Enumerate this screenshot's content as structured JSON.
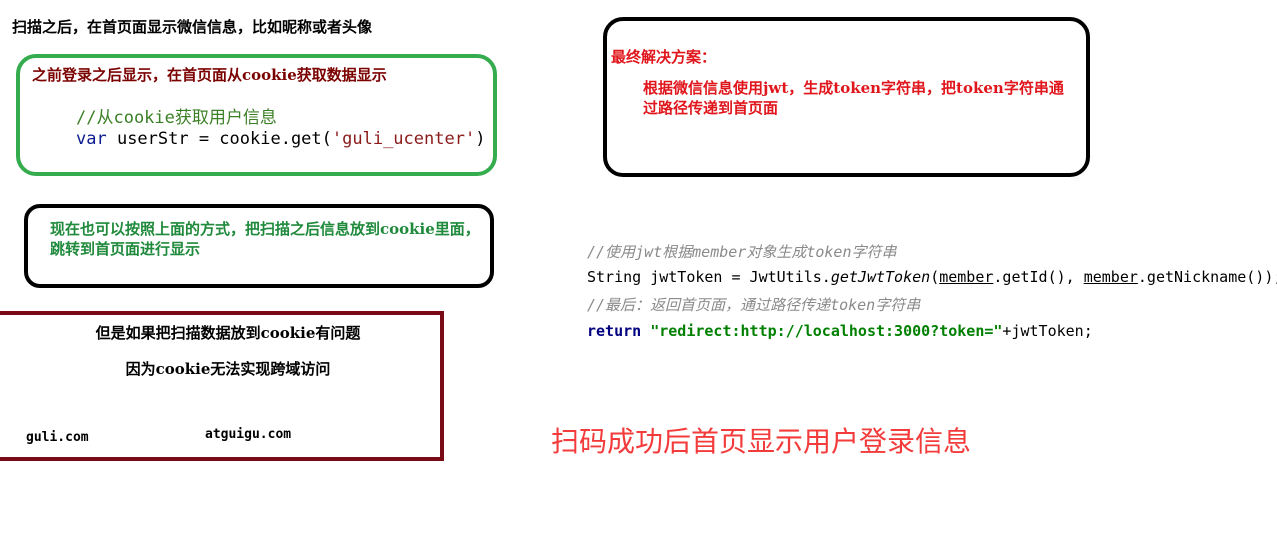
{
  "top_note": "扫描之后，在首页面显示微信信息，比如昵称或者头像",
  "green_box": {
    "title": "之前登录之后显示，在首页面从cookie获取数据显示",
    "code_comment": "//从cookie获取用户信息",
    "code_keyword": "var",
    "code_mid": " userStr = cookie.get(",
    "code_string": "'guli_ucenter'",
    "code_end": ")"
  },
  "middle_box": {
    "text": "现在也可以按照上面的方式，把扫描之后信息放到cookie里面，跳转到首页面进行显示"
  },
  "problem_box": {
    "line1": "但是如果把扫描数据放到cookie有问题",
    "line2": "因为cookie无法实现跨域访问",
    "domain_left": "guli.com",
    "domain_right": "atguigu.com"
  },
  "final_box": {
    "title": "最终解决方案：",
    "text": "根据微信信息使用jwt，生成token字符串，把token字符串通过路径传递到首页面"
  },
  "java_code": {
    "comment1": "//使用jwt根据member对象生成token字符串",
    "l1_a": "String jwtToken = JwtUtils.",
    "l1_method": "getJwtToken",
    "l1_b": "(",
    "l1_member1": "member",
    "l1_c": ".getId(), ",
    "l1_member2": "member",
    "l1_d": ".getNickname());",
    "comment2": "//最后：返回首页面，通过路径传递token字符串",
    "l2_keyword": "return",
    "l2_space": " ",
    "l2_string": "\"redirect:http://localhost:3000?token=\"",
    "l2_rest": "+jwtToken;"
  },
  "caption": "扫码成功后首页显示用户登录信息",
  "colors": {
    "green_border": "#35ad4f",
    "dark_red_border": "#7a0a16",
    "final_red": "#e0161c",
    "caption_red": "#f33b3b"
  }
}
